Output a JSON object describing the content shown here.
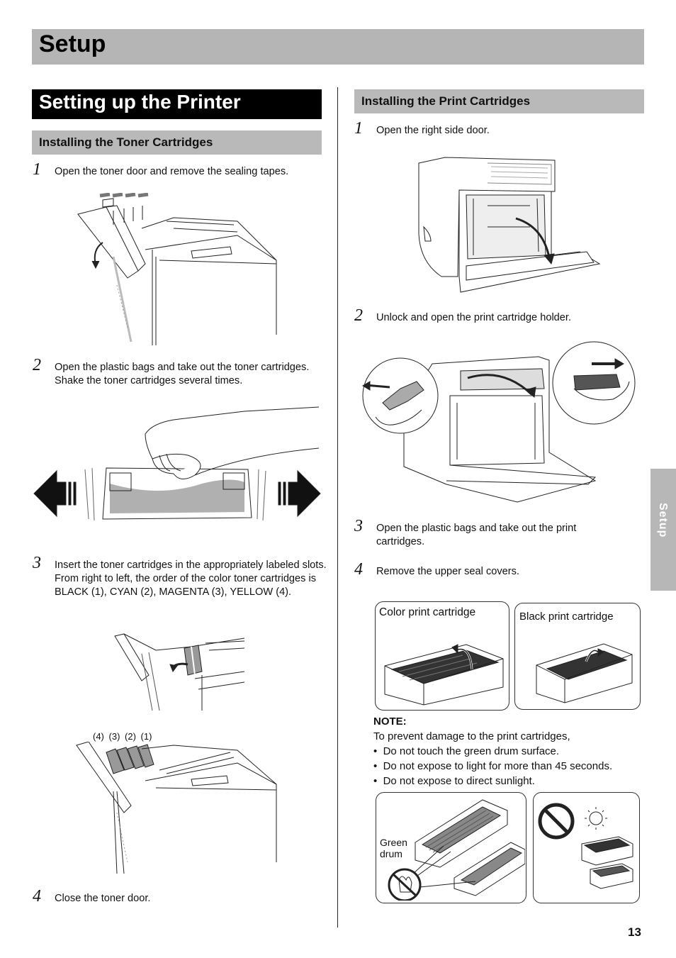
{
  "header": {
    "title": "Setup"
  },
  "left": {
    "section_title": "Setting up the Printer",
    "subsection": "Installing the Toner Cartridges",
    "steps": [
      {
        "num": "1",
        "text": "Open the toner door and remove the sealing tapes."
      },
      {
        "num": "2",
        "text": "Open the plastic bags and take out the toner cartridges. Shake the toner cartridges several times."
      },
      {
        "num": "3",
        "text": "Insert the toner cartridges in the appropriately labeled slots. From right to left, the order of the color toner cartridges is BLACK (1), CYAN (2), MAGENTA (3), YELLOW (4)."
      },
      {
        "num": "4",
        "text": "Close the toner door."
      }
    ],
    "slot_labels": [
      "(4)",
      "(3)",
      "(2)",
      "(1)"
    ]
  },
  "right": {
    "subsection": "Installing the Print Cartridges",
    "steps": [
      {
        "num": "1",
        "text": "Open the right side door."
      },
      {
        "num": "2",
        "text": "Unlock and open the print cartridge holder."
      },
      {
        "num": "3",
        "text": "Open the plastic bags and take out the print cartridges."
      },
      {
        "num": "4",
        "text": "Remove the upper seal covers."
      }
    ],
    "color_label": "Color print cartridge",
    "black_label": "Black print cartridge",
    "note": {
      "heading": "NOTE:",
      "intro": "To prevent damage to the print cartridges,",
      "bullets": [
        "Do not touch the green drum surface.",
        "Do not expose to light for more than 45 seconds.",
        "Do not expose to direct sunlight."
      ]
    },
    "drum_label_1": "Green",
    "drum_label_2": "drum"
  },
  "side_tab": "Setup",
  "page_number": "13"
}
